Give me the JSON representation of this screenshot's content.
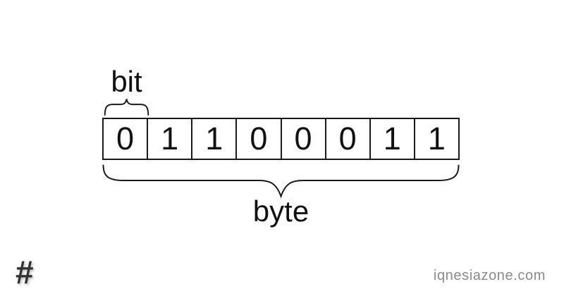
{
  "labels": {
    "bit": "bit",
    "byte": "byte"
  },
  "bits": [
    "0",
    "1",
    "1",
    "0",
    "0",
    "0",
    "1",
    "1"
  ],
  "footer": {
    "hash_symbol": "#",
    "website": "iqnesiazone.com"
  },
  "colors": {
    "line": "#1a1a1a",
    "digit": "#111111",
    "muted_text": "#8a8a8a",
    "hash": "#333333",
    "background": "#ffffff"
  }
}
